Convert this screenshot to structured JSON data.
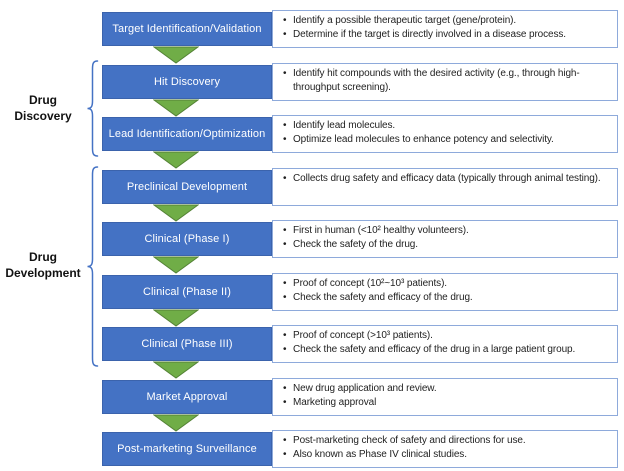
{
  "diagram": {
    "groups": {
      "discovery": {
        "label": "Drug Discovery"
      },
      "development": {
        "label": "Drug Development"
      }
    },
    "stages": [
      {
        "name": "Target Identification/Validation",
        "bullets": [
          "Identify a possible therapeutic target (gene/protein).",
          "Determine if the target is directly involved in a disease process."
        ]
      },
      {
        "name": "Hit Discovery",
        "bullets": [
          "Identify hit compounds with the desired activity (e.g., through high-throughput screening)."
        ]
      },
      {
        "name": "Lead Identification/Optimization",
        "bullets": [
          "Identify lead molecules.",
          "Optimize lead molecules to enhance potency and selectivity."
        ]
      },
      {
        "name": "Preclinical Development",
        "bullets": [
          "Collects drug safety and efficacy data (typically through animal testing)."
        ]
      },
      {
        "name": "Clinical (Phase I)",
        "bullets": [
          "First in human (<10² healthy volunteers).",
          "Check the safety of the drug."
        ]
      },
      {
        "name": "Clinical (Phase II)",
        "bullets": [
          "Proof of concept (10²~10³ patients).",
          "Check the safety and efficacy of the drug."
        ]
      },
      {
        "name": "Clinical (Phase III)",
        "bullets": [
          "Proof of concept (>10³ patients).",
          "Check the safety and efficacy of the drug in a large patient group."
        ]
      },
      {
        "name": "Market Approval",
        "bullets": [
          "New drug application and review.",
          "Marketing approval"
        ]
      },
      {
        "name": "Post-marketing Surveillance",
        "bullets": [
          "Post-marketing check of safety and directions for use.",
          "Also known as Phase IV clinical studies."
        ]
      }
    ],
    "colors": {
      "stage_box_fill": "#4472C4",
      "stage_box_border": "#3B63AC",
      "desc_box_border": "#8EAADB",
      "arrow_fill": "#70AD47",
      "arrow_border": "#538135",
      "brace_stroke": "#4472C4",
      "text_dark": "#1F1F1F",
      "stage_text": "#FFFFFF"
    }
  }
}
